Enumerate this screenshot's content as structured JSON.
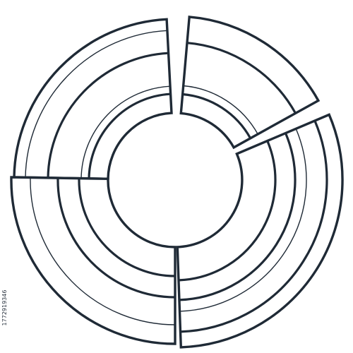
{
  "stock_id": "1772919346",
  "colors": {
    "background": "#ffffff",
    "stroke": "#1f2a36",
    "fill": "#ffffff"
  },
  "graphic": {
    "kind": "segmented-ring-icon",
    "segments": [
      {
        "name": "segment-upper-left"
      },
      {
        "name": "segment-upper-right"
      },
      {
        "name": "segment-right"
      },
      {
        "name": "segment-lower-left"
      },
      {
        "name": "segment-lower-middle"
      }
    ]
  }
}
